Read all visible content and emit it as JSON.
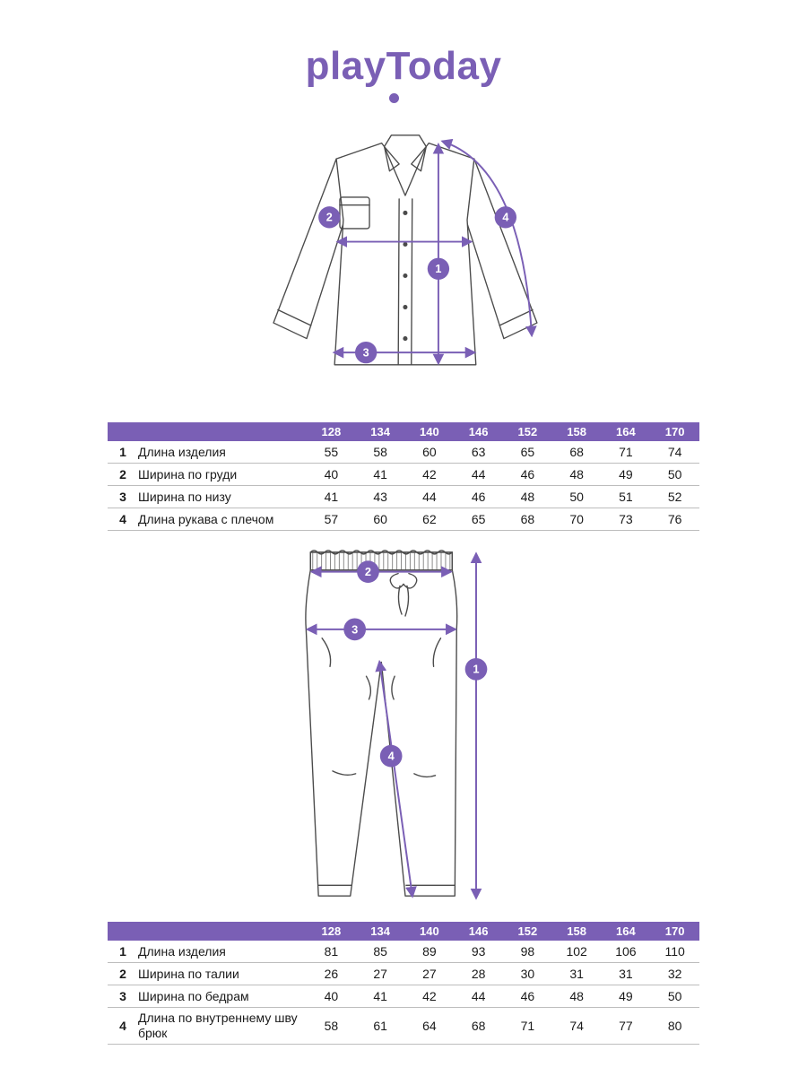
{
  "brand": {
    "logo": "playToday"
  },
  "colors": {
    "accent": "#7a5fb5",
    "drawing_line": "#4b4b4b",
    "table_divider": "#bdbdbd"
  },
  "diagram": {
    "shirt_markers": [
      "1",
      "2",
      "3",
      "4"
    ],
    "pants_markers": [
      "1",
      "2",
      "3",
      "4"
    ]
  },
  "tables": [
    {
      "name": "shirt",
      "sizes": [
        "128",
        "134",
        "140",
        "146",
        "152",
        "158",
        "164",
        "170"
      ],
      "rows": [
        {
          "num": "1",
          "label": "Длина изделия",
          "values": [
            "55",
            "58",
            "60",
            "63",
            "65",
            "68",
            "71",
            "74"
          ]
        },
        {
          "num": "2",
          "label": "Ширина по груди",
          "values": [
            "40",
            "41",
            "42",
            "44",
            "46",
            "48",
            "49",
            "50"
          ]
        },
        {
          "num": "3",
          "label": "Ширина по низу",
          "values": [
            "41",
            "43",
            "44",
            "46",
            "48",
            "50",
            "51",
            "52"
          ]
        },
        {
          "num": "4",
          "label": "Длина рукава с плечом",
          "values": [
            "57",
            "60",
            "62",
            "65",
            "68",
            "70",
            "73",
            "76"
          ]
        }
      ]
    },
    {
      "name": "pants",
      "sizes": [
        "128",
        "134",
        "140",
        "146",
        "152",
        "158",
        "164",
        "170"
      ],
      "rows": [
        {
          "num": "1",
          "label": "Длина изделия",
          "values": [
            "81",
            "85",
            "89",
            "93",
            "98",
            "102",
            "106",
            "110"
          ]
        },
        {
          "num": "2",
          "label": "Ширина по талии",
          "values": [
            "26",
            "27",
            "27",
            "28",
            "30",
            "31",
            "31",
            "32"
          ]
        },
        {
          "num": "3",
          "label": "Ширина по бедрам",
          "values": [
            "40",
            "41",
            "42",
            "44",
            "46",
            "48",
            "49",
            "50"
          ]
        },
        {
          "num": "4",
          "label": "Длина по внутреннему шву брюк",
          "values": [
            "58",
            "61",
            "64",
            "68",
            "71",
            "74",
            "77",
            "80"
          ]
        }
      ]
    }
  ]
}
